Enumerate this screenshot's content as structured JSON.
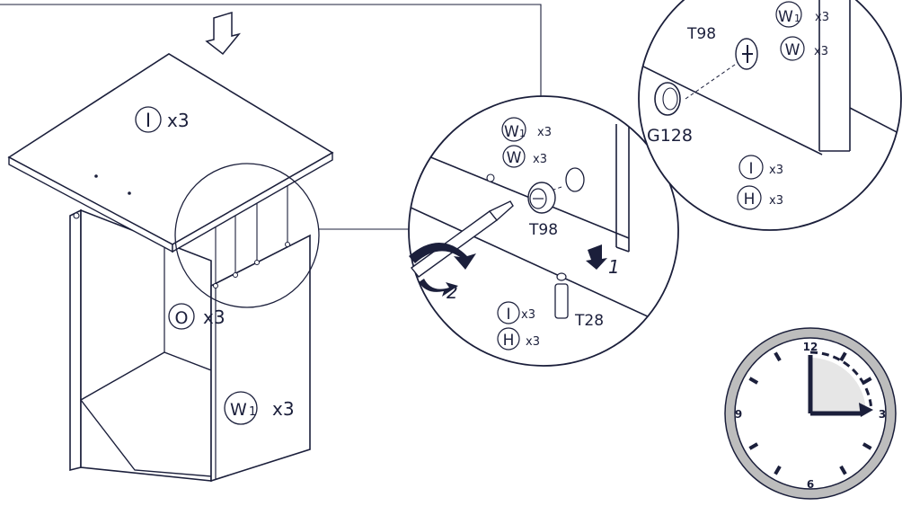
{
  "colors": {
    "ink": "#1b1f3b",
    "paper": "#ffffff",
    "rim": "#bdbdbd",
    "sweep": "#e6e6e6"
  },
  "main": {
    "top_panel": {
      "letter": "I",
      "qty": "x3"
    },
    "bottom_panel": {
      "letter": "O",
      "qty": "x3"
    },
    "side_panel": {
      "letter": "W",
      "sub": "1",
      "qty": "x3"
    }
  },
  "detail1": {
    "w1": {
      "letter": "W",
      "sub": "1",
      "qty": "x3"
    },
    "w": {
      "letter": "W",
      "qty": "x3"
    },
    "i": {
      "letter": "I",
      "qty": "x3"
    },
    "h": {
      "letter": "H",
      "qty": "x3"
    },
    "cam_code": "T98",
    "dowel_code": "T28",
    "step1": "1",
    "step2": "2"
  },
  "detail2": {
    "w1": {
      "letter": "W",
      "sub": "1",
      "qty": "x3"
    },
    "w": {
      "letter": "W",
      "qty": "x3"
    },
    "i": {
      "letter": "I",
      "qty": "x3"
    },
    "h": {
      "letter": "H",
      "qty": "x3"
    },
    "screw_code": "T98",
    "hole_code": "G128"
  },
  "clock": {
    "label_12": "12",
    "label_3": "3",
    "label_6": "6",
    "label_9": "9",
    "minutes_shown": 15
  },
  "icons": [
    "down-arrow-icon",
    "rotate-arrow-icon",
    "screwdriver-icon",
    "clock-icon"
  ]
}
